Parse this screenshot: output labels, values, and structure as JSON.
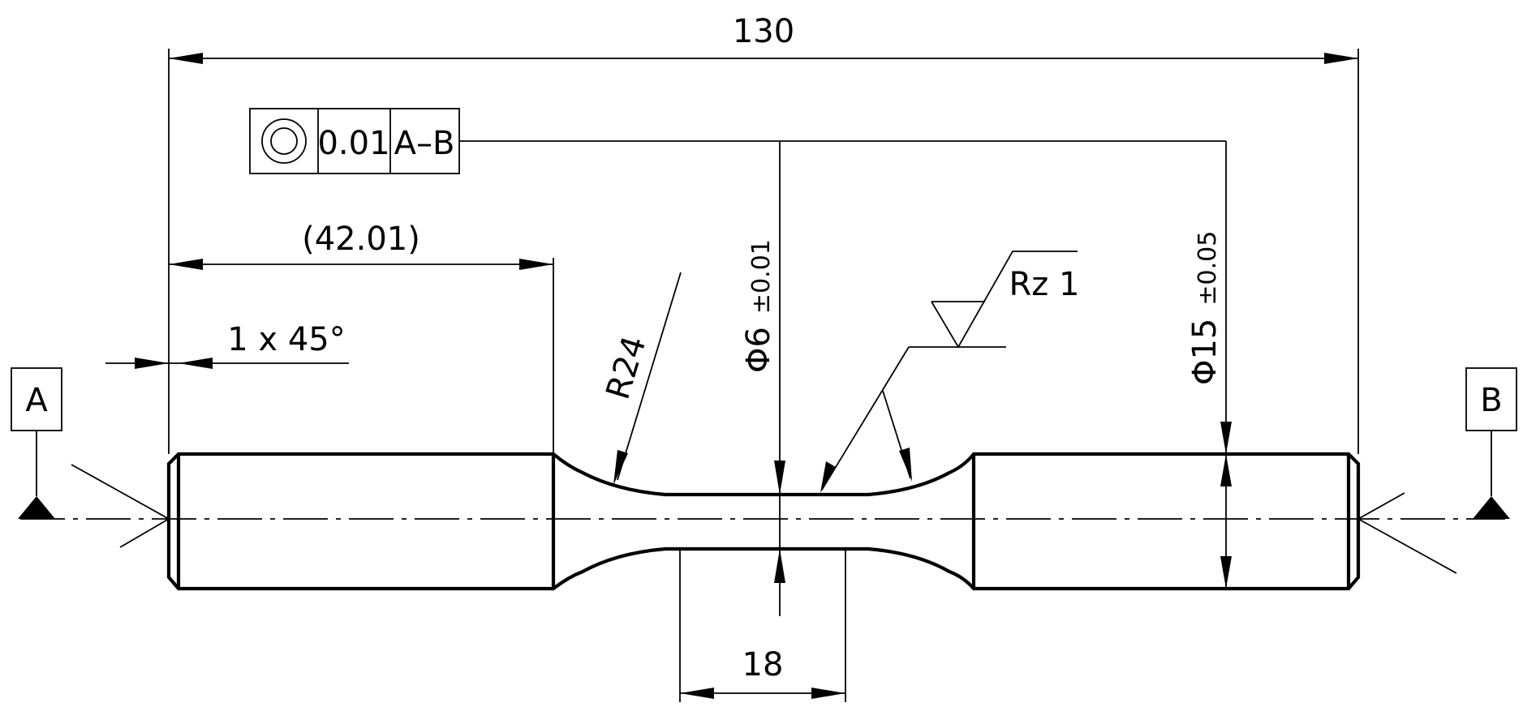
{
  "dimensions": {
    "overall_length": "130",
    "chamfer": "1 x 45°",
    "reference_length": "(42.01)",
    "gauge_length": "18",
    "radius": "R24",
    "gauge_diameter": {
      "symbol": "Φ6",
      "tolerance": "±0.01"
    },
    "grip_diameter": {
      "symbol": "Φ15",
      "tolerance": "±0.05"
    }
  },
  "tolerance_frame": {
    "symbol": "concentricity-icon",
    "value": "0.01",
    "datum_ref": "A–B"
  },
  "surface_finish": "Rz 1",
  "datums": {
    "left": "A",
    "right": "B"
  }
}
